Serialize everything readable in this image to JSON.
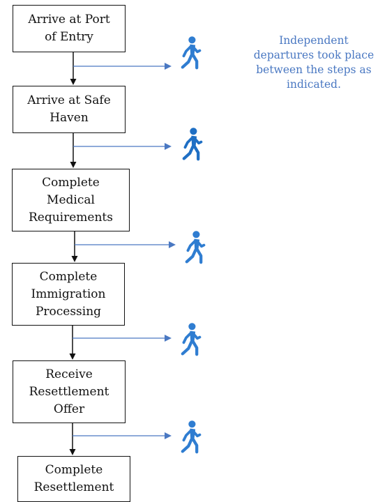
{
  "steps": [
    {
      "lines": [
        "Arrive at Port",
        "of Entry"
      ]
    },
    {
      "lines": [
        "Arrive at Safe",
        "Haven"
      ]
    },
    {
      "lines": [
        "Complete",
        "Medical",
        "Requirements"
      ]
    },
    {
      "lines": [
        "Complete",
        "Immigration",
        "Processing"
      ]
    },
    {
      "lines": [
        "Receive",
        "Resettlement",
        "Offer"
      ]
    },
    {
      "lines": [
        "Complete",
        "Resettlement"
      ]
    }
  ],
  "note": {
    "lines": [
      "Independent",
      "departures took place",
      "between the steps as",
      "indicated."
    ]
  },
  "departure_icon": "walking-person-icon",
  "colors": {
    "box_border": "#111111",
    "connector": "#111111",
    "departure_arrow": "#4a78c2",
    "walker": "#2f7dd1",
    "note_text": "#4a78c2"
  }
}
